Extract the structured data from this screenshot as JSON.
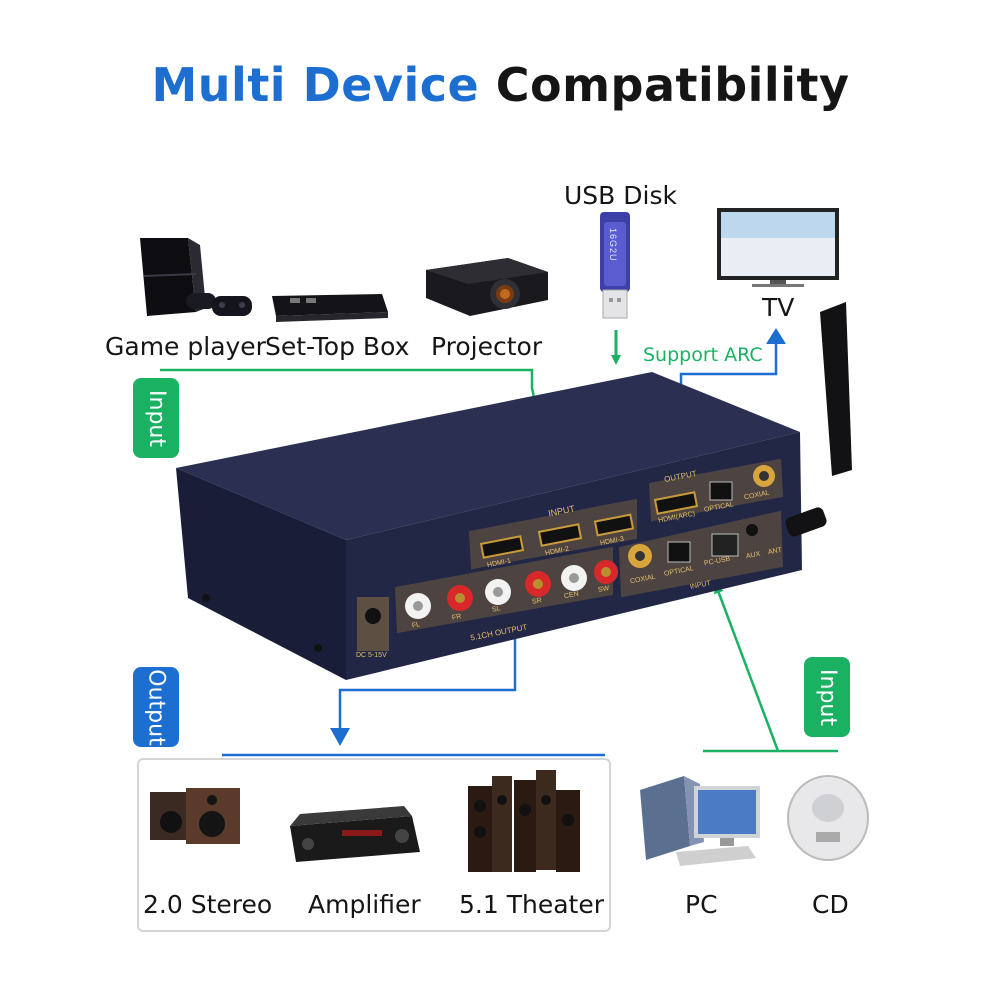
{
  "title": {
    "part1": "Multi Device",
    "part2": "Compatibility"
  },
  "inputs_top": {
    "game_player": "Game player",
    "set_top_box": "Set-Top Box",
    "projector": "Projector",
    "usb_disk": "USB Disk",
    "tv": "TV",
    "support_arc": "Support ARC"
  },
  "badges": {
    "input_left": "Input",
    "output": "Output",
    "input_right": "Input"
  },
  "outputs_bottom": {
    "stereo": "2.0 Stereo",
    "amplifier": "Amplifier",
    "theater": "5.1 Theater"
  },
  "inputs_bottom": {
    "pc": "PC",
    "cd": "CD"
  },
  "panel": {
    "input_header": "INPUT",
    "hdmi1": "HDMI-1",
    "hdmi2": "HDMI-2",
    "hdmi3": "HDMI-3",
    "output_header": "OUTPUT",
    "hdmi_arc": "HDMI(ARC)",
    "optical_out": "OPTICAL",
    "coaxial_out": "COXIAL",
    "coaxial_in": "COXIAL",
    "optical_in": "OPTICAL",
    "pc_usb": "PC-USB",
    "aux": "AUX",
    "ant": "ANT",
    "input_footer": "INPUT",
    "fl": "FL",
    "fr": "FR",
    "sl": "SL",
    "sr": "SR",
    "cen": "CEN",
    "sw": "SW",
    "ch_output": "5.1CH OUTPUT",
    "dc": "DC 5-15V"
  },
  "usb_stick_text": "16G2U",
  "colors": {
    "blue": "#1c6fd1",
    "green": "#1bb163",
    "gold": "#c99a3a",
    "device": "#1f2340"
  }
}
